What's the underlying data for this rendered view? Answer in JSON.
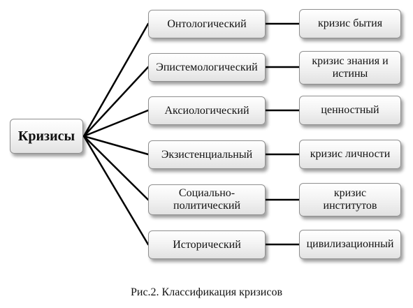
{
  "root": {
    "label": "Кризисы"
  },
  "types": [
    {
      "label": "Онтологический",
      "result": "кризис бытия"
    },
    {
      "label": "Эпистемологический",
      "result": "кризис знания и истины"
    },
    {
      "label": "Аксиологический",
      "result": "ценностный"
    },
    {
      "label": "Экзистенциальный",
      "result": "кризис личности"
    },
    {
      "label": "Социально-политический",
      "result": "кризис институтов"
    },
    {
      "label": "Исторический",
      "result": "цивилизационный"
    }
  ],
  "caption": "Рис.2. Классификация кризисов"
}
